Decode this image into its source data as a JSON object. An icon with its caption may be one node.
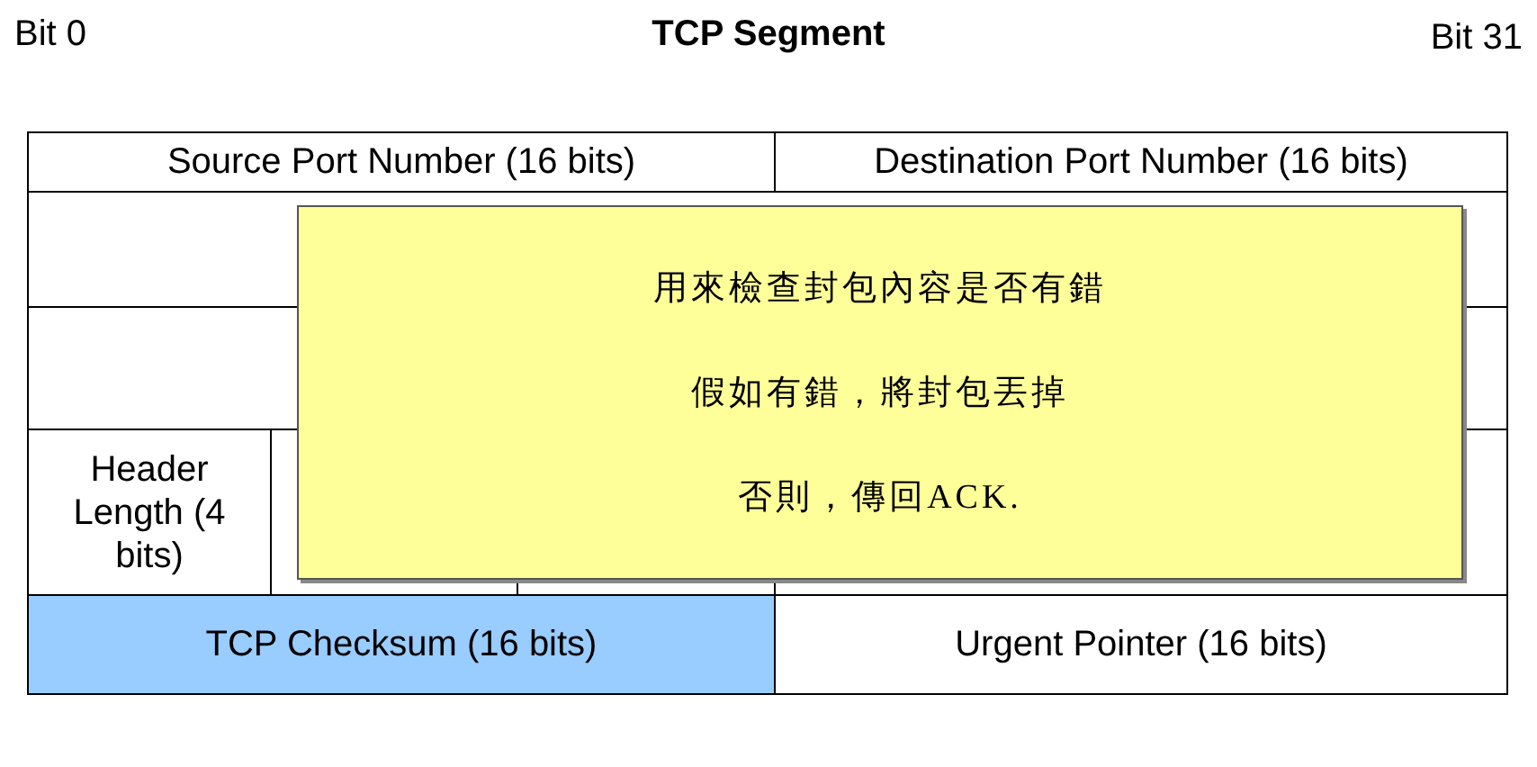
{
  "diagram": {
    "title": "TCP Segment",
    "nodes": [
      {
        "text": [
          "Source Port Number (16 bits)"
        ]
      },
      {
        "text": [
          "Destination Port Number (16 bits)"
        ]
      },
      {
        "text": [
          "Header Length (4 bits)"
        ]
      },
      {
        "text": [
          "TCP Checksum (16 bits)"
        ]
      },
      {
        "text": [
          "Urgent Pointer (16 bits)"
        ]
      },
      {
        "text": [
          "用來檢查封包內容是否有錯",
          "假如有錯，將封包丟掉",
          "否則，傳回ACK."
        ]
      }
    ],
    "labels": [
      "Bit 0",
      "Bit 31"
    ]
  }
}
